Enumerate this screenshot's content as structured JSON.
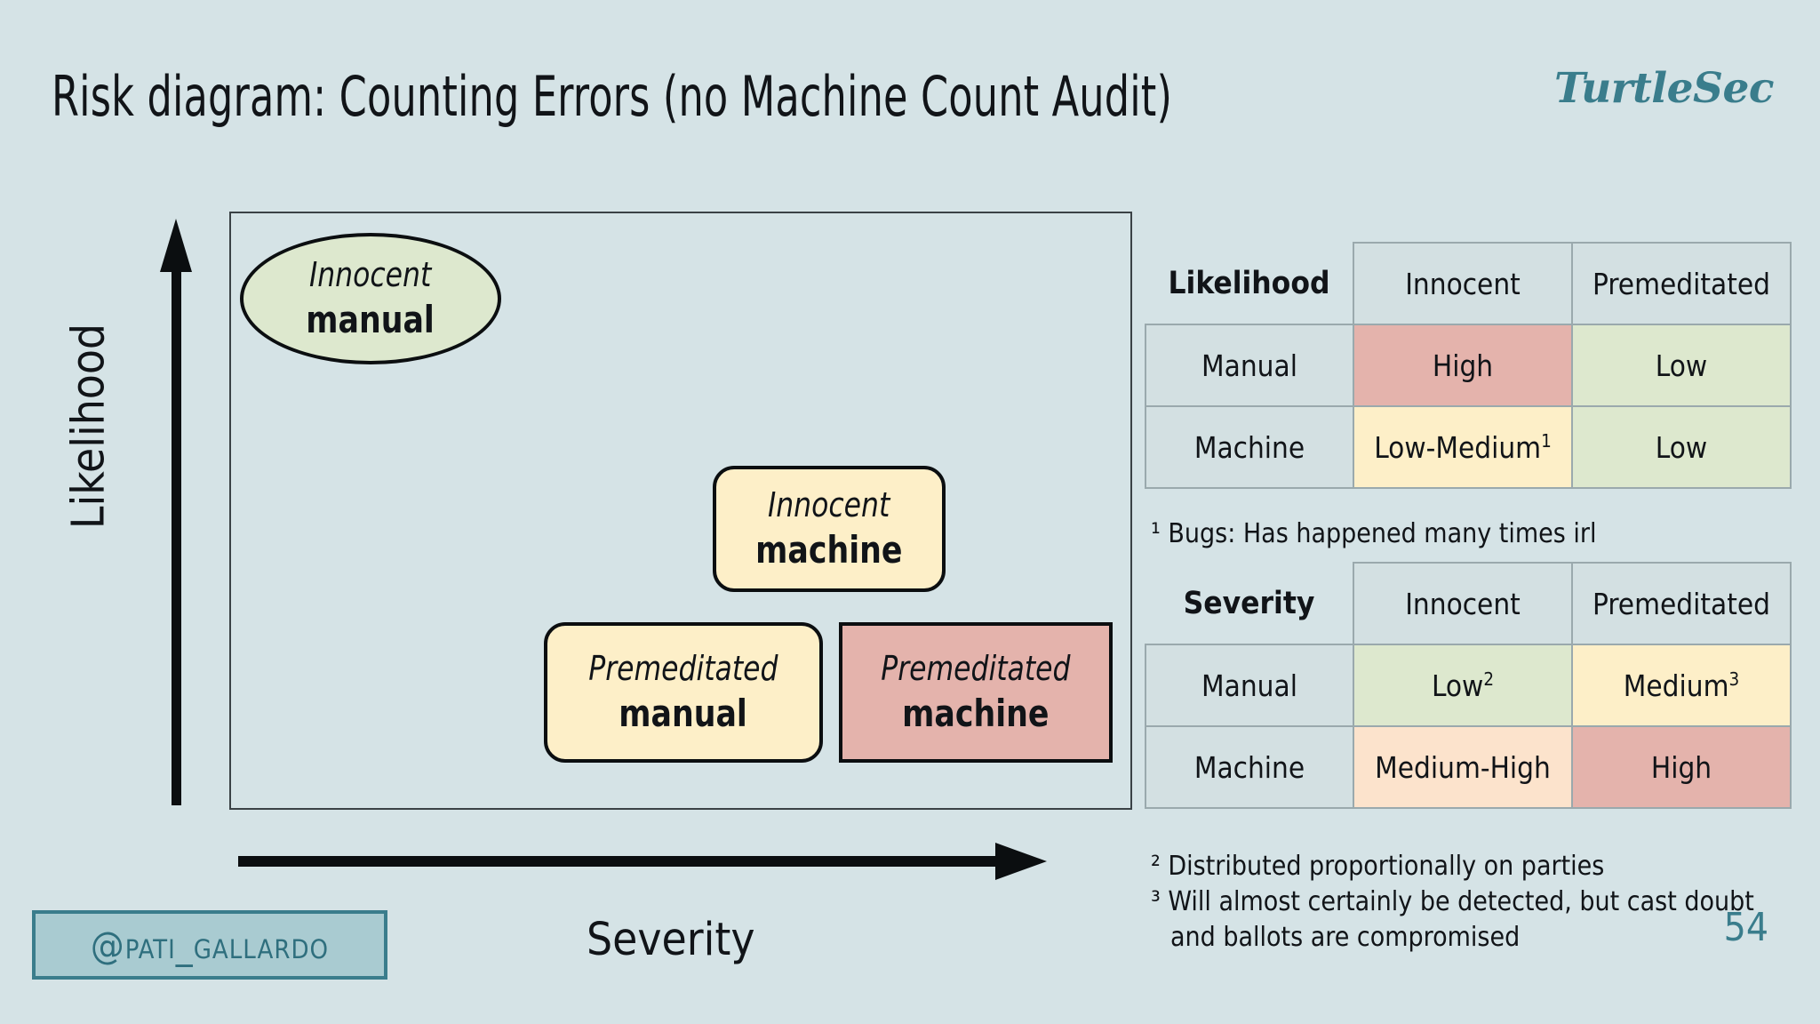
{
  "slide": {
    "title": "Risk diagram: Counting Errors (no Machine Count Audit)",
    "brand": "TurtleSec",
    "page_number": "54",
    "background_color": "#d5e3e6",
    "accent_color": "#3a7d8c"
  },
  "diagram": {
    "y_axis_label": "Likelihood",
    "x_axis_label": "Severity",
    "nodes": [
      {
        "id": "innocent-manual",
        "line1": "Innocent",
        "line2": "manual",
        "shape": "ellipse",
        "fill": "#dde8ce"
      },
      {
        "id": "innocent-machine",
        "line1": "Innocent",
        "line2": "machine",
        "shape": "rounded-rect",
        "fill": "#fdefc8"
      },
      {
        "id": "premeditated-manual",
        "line1": "Premeditated",
        "line2": "manual",
        "shape": "rounded-rect",
        "fill": "#fdefc8"
      },
      {
        "id": "premeditated-machine",
        "line1": "Premeditated",
        "line2": "machine",
        "shape": "rect",
        "fill": "#e4b3ac"
      }
    ]
  },
  "tables": {
    "likelihood": {
      "corner_label": "Likelihood",
      "columns": [
        "Innocent",
        "Premeditated"
      ],
      "rows": [
        {
          "label": "Manual",
          "cells": [
            {
              "text": "High",
              "level": "red"
            },
            {
              "text": "Low",
              "level": "green"
            }
          ]
        },
        {
          "label": "Machine",
          "cells": [
            {
              "text": "Low-Medium",
              "footnote": "1",
              "level": "yellow"
            },
            {
              "text": "Low",
              "level": "green"
            }
          ]
        }
      ]
    },
    "severity": {
      "corner_label": "Severity",
      "columns": [
        "Innocent",
        "Premeditated"
      ],
      "rows": [
        {
          "label": "Manual",
          "cells": [
            {
              "text": "Low",
              "footnote": "2",
              "level": "green"
            },
            {
              "text": "Medium",
              "footnote": "3",
              "level": "yellow"
            }
          ]
        },
        {
          "label": "Machine",
          "cells": [
            {
              "text": "Medium-High",
              "level": "orange"
            },
            {
              "text": "High",
              "level": "red"
            }
          ]
        }
      ]
    }
  },
  "footnotes": {
    "one": "¹ Bugs: Has happened many times irl",
    "two": "² Distributed proportionally on parties",
    "three_a": "³ Will almost certainly be detected, but cast doubt",
    "three_b": "and ballots are compromised"
  },
  "handle": {
    "text": "@pati_gallardo"
  },
  "chart_data": {
    "type": "scatter",
    "title": "Risk diagram: Counting Errors (no Machine Count Audit)",
    "xlabel": "Severity",
    "ylabel": "Likelihood",
    "grid": false,
    "legend": "none",
    "points": [
      {
        "label": "Innocent manual",
        "severity": "low",
        "likelihood": "high",
        "fill": "#dde8ce"
      },
      {
        "label": "Innocent machine",
        "severity": "medium-high",
        "likelihood": "medium",
        "fill": "#fdefc8"
      },
      {
        "label": "Premeditated manual",
        "severity": "medium",
        "likelihood": "low",
        "fill": "#fdefc8"
      },
      {
        "label": "Premeditated machine",
        "severity": "high",
        "likelihood": "low",
        "fill": "#e4b3ac"
      }
    ]
  }
}
